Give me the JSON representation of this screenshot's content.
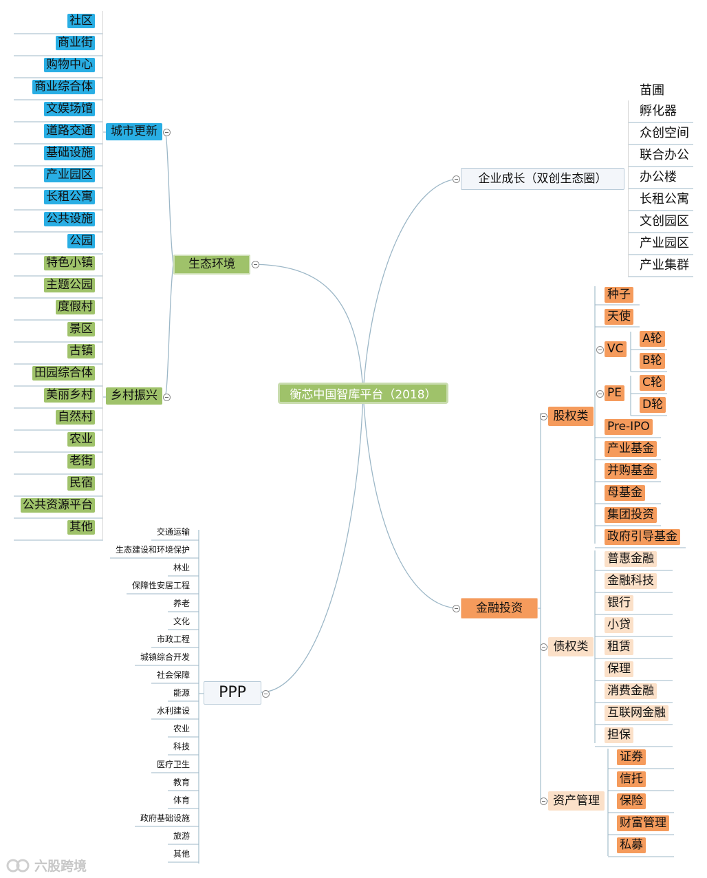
{
  "root": "衡芯中国智库平台（2018）",
  "ecology": {
    "label": "生态环境",
    "urban": {
      "label": "城市更新",
      "items": [
        "社区",
        "商业街",
        "购物中心",
        "商业综合体",
        "文娱场馆",
        "道路交通",
        "基础设施",
        "产业园区",
        "长租公寓",
        "公共设施",
        "公园"
      ]
    },
    "rural": {
      "label": "乡村振兴",
      "items": [
        "特色小镇",
        "主题公园",
        "度假村",
        "景区",
        "古镇",
        "田园综合体",
        "美丽乡村",
        "自然村",
        "农业",
        "老街",
        "民宿",
        "公共资源平台",
        "其他"
      ]
    }
  },
  "enterprise": {
    "label": "企业成长（双创生态圈）",
    "items": [
      "苗圃",
      "孵化器",
      "众创空间",
      "联合办公",
      "办公楼",
      "长租公寓",
      "文创园区",
      "产业园区",
      "产业集群"
    ]
  },
  "finance": {
    "label": "金融投资",
    "equity": {
      "label": "股权类",
      "seed": "种子",
      "angel": "天使",
      "vc": {
        "label": "VC",
        "rounds": [
          "A轮",
          "B轮"
        ]
      },
      "pe": {
        "label": "PE",
        "rounds": [
          "C轮",
          "D轮"
        ]
      },
      "items": [
        "Pre-IPO",
        "产业基金",
        "并购基金",
        "母基金",
        "集团投资",
        "政府引导基金"
      ]
    },
    "debt": {
      "label": "债权类",
      "items": [
        "普惠金融",
        "金融科技",
        "银行",
        "小贷",
        "租赁",
        "保理",
        "消费金融",
        "互联网金融",
        "担保"
      ]
    },
    "asset": {
      "label": "资产管理",
      "items": [
        "证券",
        "信托",
        "保险",
        "财富管理",
        "私募"
      ]
    }
  },
  "ppp": {
    "label": "PPP",
    "items": [
      "交通运输",
      "生态建设和环境保护",
      "林业",
      "保障性安居工程",
      "养老",
      "文化",
      "市政工程",
      "城镇综合开发",
      "社会保障",
      "能源",
      "水利建设",
      "农业",
      "科技",
      "医疗卫生",
      "教育",
      "体育",
      "政府基础设施",
      "旅游",
      "其他"
    ]
  },
  "watermark": "六股跨境",
  "colors": {
    "blue": "#29aee4",
    "green": "#9fc26a",
    "orange": "#f59b5c",
    "peach": "#fbe0c8",
    "line": "#9cb7c7"
  }
}
